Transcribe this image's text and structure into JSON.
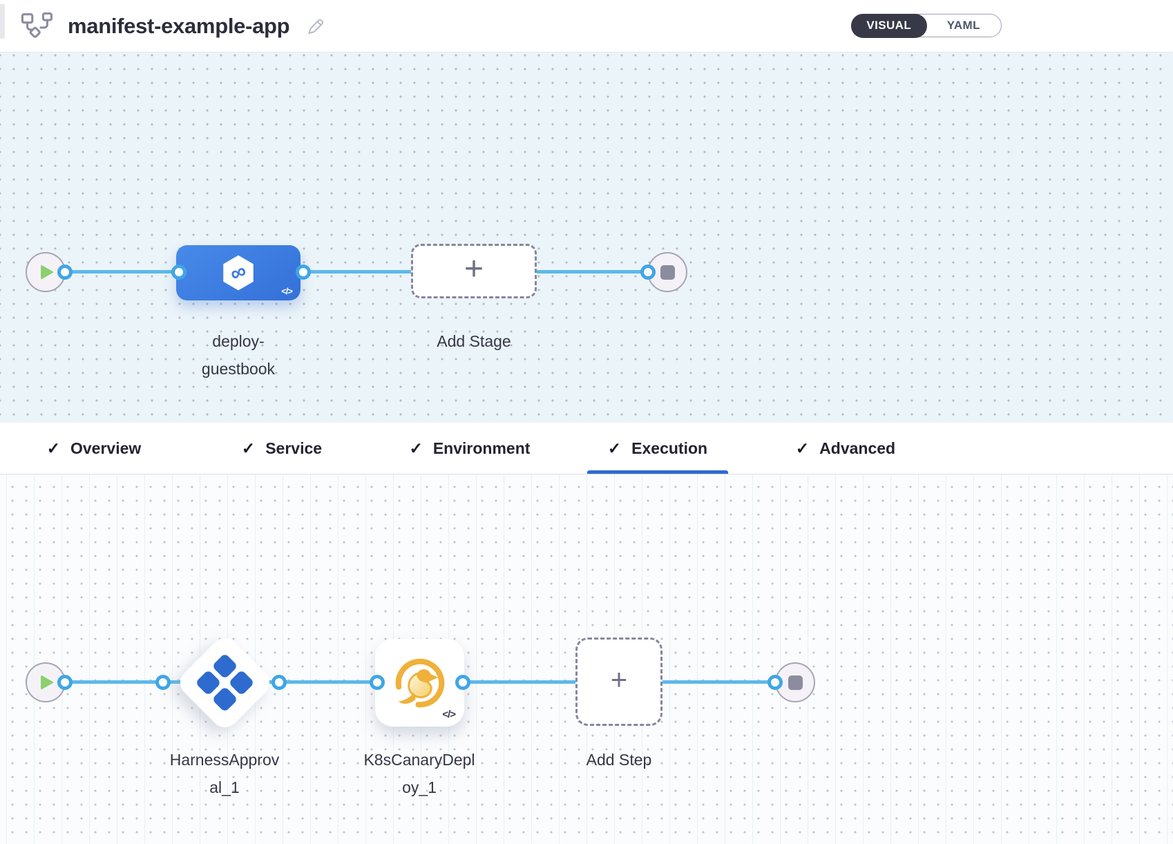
{
  "header": {
    "title": "manifest-example-app",
    "view_toggle": {
      "visual_label": "VISUAL",
      "yaml_label": "YAML",
      "selected": "VISUAL"
    }
  },
  "icons": {
    "check": "✓",
    "plus": "+",
    "code_badge": "</>",
    "infinity": "∞"
  },
  "stage_pipeline": {
    "stage_name": "deploy-guestbook",
    "stage_label_line1": "deploy-",
    "stage_label_line2": "guestbook",
    "add_stage_label": "Add Stage"
  },
  "tabs": [
    {
      "label": "Overview",
      "checked": true,
      "active": false
    },
    {
      "label": "Service",
      "checked": true,
      "active": false
    },
    {
      "label": "Environment",
      "checked": true,
      "active": false
    },
    {
      "label": "Execution",
      "checked": true,
      "active": true
    },
    {
      "label": "Advanced",
      "checked": true,
      "active": false
    }
  ],
  "execution_pipeline": {
    "approval_step": {
      "name": "HarnessApproval_1",
      "label_line1": "HarnessApprov",
      "label_line2": "al_1"
    },
    "canary_step": {
      "name": "K8sCanaryDeploy_1",
      "label_line1": "K8sCanaryDepl",
      "label_line2": "oy_1"
    },
    "add_step_label": "Add Step"
  },
  "colors": {
    "stage_node_blue": "#3b7be2",
    "connector_line_blue": "#5db9ea",
    "port_ring_blue": "#3fa6e6",
    "active_tab_underline": "#2f6bd0",
    "toggle_selected_dark": "#383946",
    "play_green": "#8bd06d",
    "approval_icon_blue": "#2e6bce",
    "canary_amber": "#efb13a",
    "stage_canvas_bg": "#ebf4f9",
    "exec_canvas_bg": "#fbfcfd"
  }
}
